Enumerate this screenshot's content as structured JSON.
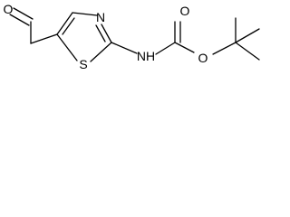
{
  "molecule": {
    "atoms": {
      "formyl_oxygen": "O",
      "ring_nitrogen": "N",
      "ring_sulfur": "S",
      "amide_nitrogen": "NH",
      "carbonyl_oxygen": "O",
      "ester_oxygen": "O"
    }
  }
}
